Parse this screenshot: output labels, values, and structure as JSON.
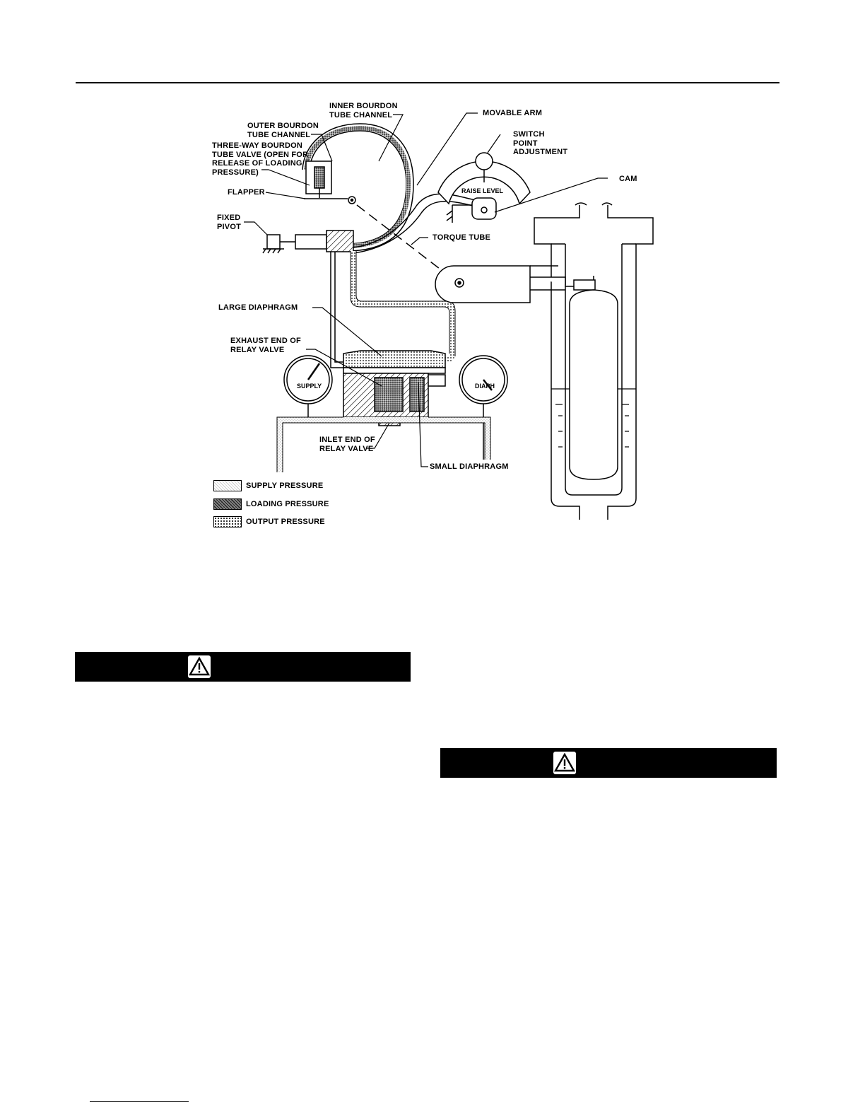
{
  "figure": {
    "labels": {
      "inner_bourdon": "INNER BOURDON\nTUBE CHANNEL",
      "outer_bourdon": "OUTER BOURDON\nTUBE CHANNEL",
      "three_way_valve": "THREE-WAY BOURDON\nTUBE VALVE (OPEN FOR\nRELEASE OF LOADING\nPRESSURE)",
      "flapper": "FLAPPER",
      "fixed_pivot": "FIXED\nPIVOT",
      "movable_arm": "MOVABLE ARM",
      "switch_point": "SWITCH\nPOINT\nADJUSTMENT",
      "cam": "CAM",
      "raise_level": "RAISE LEVEL",
      "torque_tube": "TORQUE TUBE",
      "large_diaphragm": "LARGE DIAPHRAGM",
      "exhaust_end": "EXHAUST END OF\nRELAY VALVE",
      "inlet_end": "INLET END OF\nRELAY VALVE",
      "small_diaphragm": "SMALL DIAPHRAGM",
      "supply_gauge": "SUPPLY",
      "diaph_gauge": "DIAPH"
    },
    "legend": [
      {
        "label": "SUPPLY PRESSURE",
        "pattern": "light"
      },
      {
        "label": "LOADING PRESSURE",
        "pattern": "dense"
      },
      {
        "label": "OUTPUT PRESSURE",
        "pattern": "dots"
      }
    ]
  }
}
